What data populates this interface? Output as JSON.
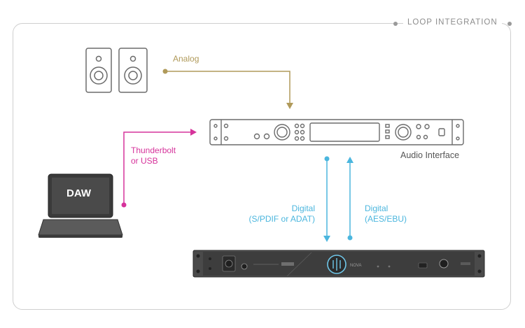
{
  "header": {
    "title": "LOOP INTEGRATION"
  },
  "labels": {
    "analog": "Analog",
    "thunderbolt_line1": "Thunderbolt",
    "thunderbolt_line2": "or USB",
    "digital_left_line1": "Digital",
    "digital_left_line2": "(S/PDIF or ADAT)",
    "digital_right_line1": "Digital",
    "digital_right_line2": "(AES/EBU)",
    "audio_interface": "Audio Interface"
  },
  "devices": {
    "laptop_screen_text": "DAW",
    "rack_brand": "NOVA"
  },
  "colors": {
    "analog": "#b09a5a",
    "thunderbolt": "#d6339b",
    "digital": "#4bb6de",
    "outline": "#6b6b6b"
  },
  "icons": [
    "speaker-icon",
    "audio-interface-icon",
    "laptop-icon",
    "rack-unit-icon"
  ]
}
